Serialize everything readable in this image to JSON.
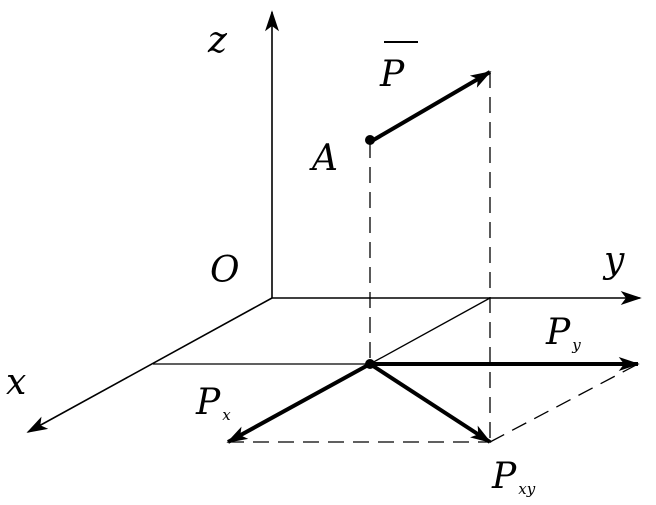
{
  "labels": {
    "z": "z",
    "y": "y",
    "x": "x",
    "origin": "O",
    "point_a": "A",
    "vector_p": "P",
    "px_main": "P",
    "px_sub": "x",
    "py_main": "P",
    "py_sub": "y",
    "pxy_main": "P",
    "pxy_sub": "xy"
  },
  "colors": {
    "line": "#000000",
    "background": "#ffffff"
  }
}
